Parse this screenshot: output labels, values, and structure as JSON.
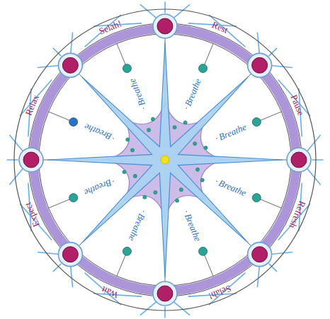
{
  "diagram": {
    "labels": [
      "Selah!",
      "Rest",
      "Pause",
      "Refresh",
      "Selah!",
      "Wait",
      "Expect",
      "Relax",
      "Breathe",
      "Breathe",
      "Breathe",
      "Breathe",
      "Breathe",
      "Breathe",
      "Breathe",
      "Breathe"
    ]
  }
}
